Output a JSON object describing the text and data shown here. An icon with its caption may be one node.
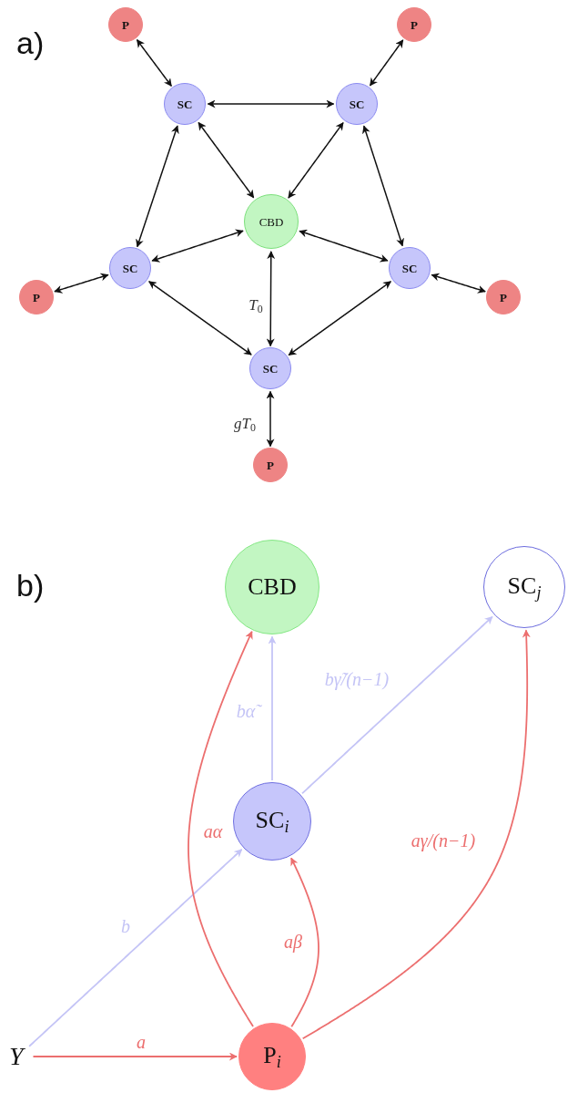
{
  "diagram": {
    "nodes": [
      {
        "text": [
          "P"
        ]
      },
      {
        "text": [
          "P"
        ]
      },
      {
        "text": [
          "SC"
        ]
      },
      {
        "text": [
          "SC"
        ]
      },
      {
        "text": [
          "CBD"
        ]
      },
      {
        "text": [
          "SC"
        ]
      },
      {
        "text": [
          "SC"
        ]
      },
      {
        "text": [
          "P"
        ]
      },
      {
        "text": [
          "P"
        ]
      },
      {
        "text": [
          "SC"
        ]
      },
      {
        "text": [
          "P"
        ]
      },
      {
        "text": [
          "CBD"
        ]
      },
      {
        "text": [
          "SC$_{j}$"
        ]
      },
      {
        "text": [
          "SC$_{i}$"
        ]
      },
      {
        "text": [
          "Y"
        ]
      },
      {
        "text": [
          "P$_{i}$"
        ]
      }
    ],
    "edges": [
      {
        "from": 0,
        "to": 2,
        "arrow": "both"
      },
      {
        "from": 1,
        "to": 3,
        "arrow": "both"
      },
      {
        "from": 2,
        "to": 3,
        "arrow": "both"
      },
      {
        "from": 2,
        "to": 4,
        "arrow": "both"
      },
      {
        "from": 3,
        "to": 4,
        "arrow": "both"
      },
      {
        "from": 2,
        "to": 5,
        "arrow": "both"
      },
      {
        "from": 3,
        "to": 6,
        "arrow": "both"
      },
      {
        "from": 5,
        "to": 4,
        "arrow": "both"
      },
      {
        "from": 6,
        "to": 4,
        "arrow": "both"
      },
      {
        "from": 7,
        "to": 5,
        "arrow": "both"
      },
      {
        "from": 6,
        "to": 8,
        "arrow": "both"
      },
      {
        "from": 5,
        "to": 9,
        "arrow": "both"
      },
      {
        "from": 6,
        "to": 9,
        "arrow": "both"
      },
      {
        "from": 4,
        "to": 9,
        "arrow": "both",
        "label": "T$_{0}$"
      },
      {
        "from": 9,
        "to": 10,
        "arrow": "both",
        "label": "gT$_{0}$"
      },
      {
        "from": 13,
        "to": 11,
        "arrow": "to",
        "label": "bα̃",
        "color": "#c4c4f6"
      },
      {
        "from": 13,
        "to": 12,
        "arrow": "to",
        "label": "bγ̃/(n−1)",
        "color": "#c4c4f6"
      },
      {
        "from": 14,
        "to": 13,
        "arrow": "to",
        "label": "b",
        "color": "#c4c4f6"
      },
      {
        "from": 14,
        "to": 15,
        "arrow": "to",
        "label": "a",
        "color": "#ec6f6f"
      },
      {
        "from": 15,
        "to": 11,
        "arrow": "to",
        "label": "aα",
        "color": "#ec6f6f"
      },
      {
        "from": 15,
        "to": 13,
        "arrow": "to",
        "label": "aβ",
        "color": "#ec6f6f"
      },
      {
        "from": 15,
        "to": 12,
        "arrow": "to",
        "label": "aγ/(n−1)",
        "color": "#ec6f6f"
      }
    ],
    "labels": [
      "a)",
      "b)"
    ]
  }
}
